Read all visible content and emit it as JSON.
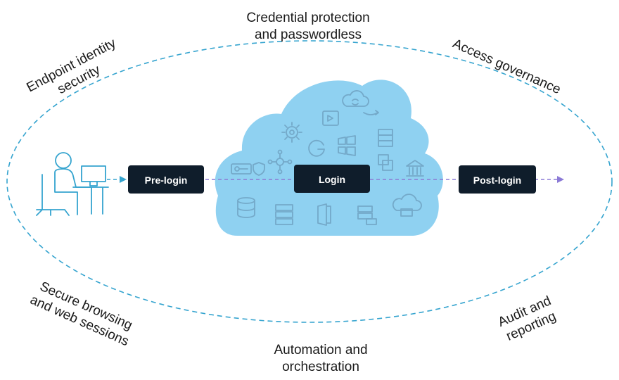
{
  "labels": {
    "credential_l1": "Credential protection",
    "credential_l2": "and passwordless",
    "endpoint_l1": "Endpoint identity",
    "endpoint_l2": "security",
    "access_l1": "Access governance",
    "secure_l1": "Secure browsing",
    "secure_l2": "and web sessions",
    "audit_l1": "Audit and",
    "audit_l2": "reporting",
    "automation_l1": "Automation and",
    "automation_l2": "orchestration"
  },
  "steps": {
    "pre_login": "Pre-login",
    "login": "Login",
    "post_login": "Post-login"
  },
  "colors": {
    "ellipse_dash": "#35a4cf",
    "cloud_fill": "#8fd1f1",
    "box_fill": "#0f1d2b",
    "flow_arrow": "#8b7ad6",
    "person_stroke": "#35a4cf",
    "icon_stroke": "#74a9c9"
  },
  "icons": [
    "person-at-desk-icon",
    "cloud-sync-icon",
    "amazon-icon",
    "video-icon",
    "gear-icon",
    "server-rack-icon",
    "google-icon",
    "windows-icon",
    "network-hub-icon",
    "key-card-icon",
    "stacked-squares-icon",
    "bank-icon",
    "shield-key-icon",
    "database-icon",
    "server-icon",
    "office-icon",
    "server-card-icon",
    "cloud-server-icon"
  ]
}
